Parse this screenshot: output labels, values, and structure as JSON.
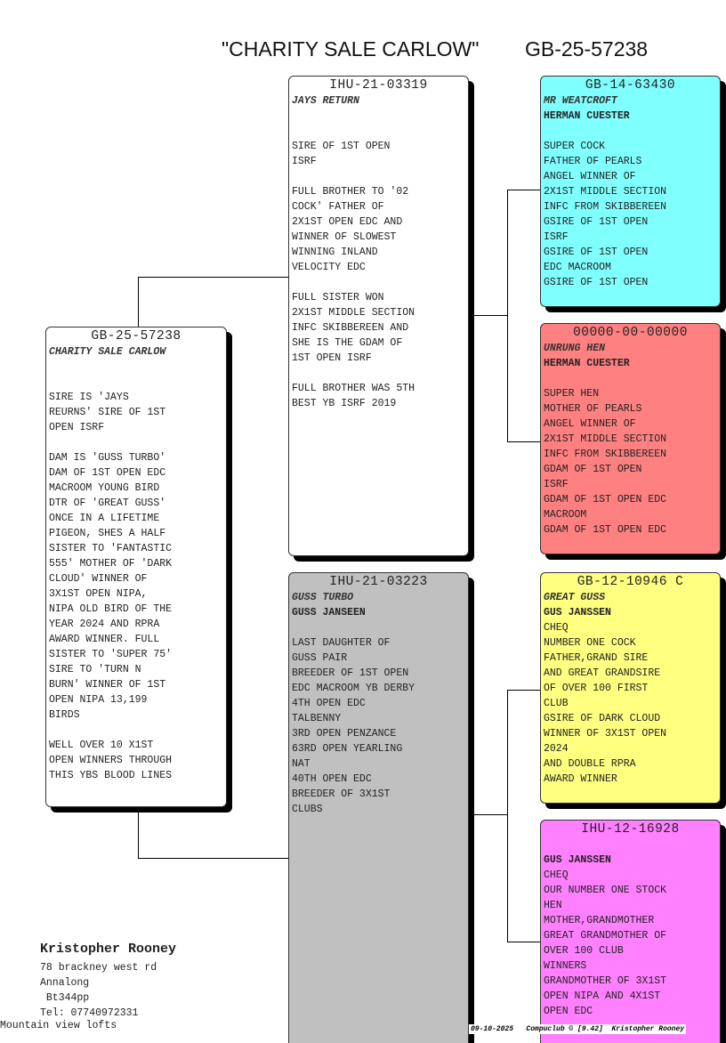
{
  "header": {
    "name": "\"CHARITY SALE CARLOW\"",
    "ring": "GB-25-57238"
  },
  "main": {
    "ring": "GB-25-57238",
    "name": "CHARITY SALE CARLOW",
    "owner": "",
    "lines": [
      "",
      "",
      "SIRE IS 'JAYS",
      "REURNS' SIRE OF 1ST",
      "OPEN ISRF",
      "",
      "DAM IS 'GUSS TURBO'",
      "DAM OF 1ST OPEN EDC",
      "MACROOM YOUNG BIRD",
      "DTR OF 'GREAT GUSS'",
      "ONCE IN A LIFETIME",
      "PIGEON, SHES A HALF",
      "SISTER TO 'FANTASTIC",
      "555' MOTHER OF 'DARK",
      "CLOUD' WINNER OF",
      "3X1ST OPEN NIPA,",
      "NIPA OLD BIRD OF THE",
      "YEAR 2024 AND RPRA",
      "AWARD WINNER. FULL",
      "SISTER TO 'SUPER 75'",
      "SIRE TO 'TURN N",
      "BURN' WINNER OF 1ST",
      "OPEN NIPA 13,199",
      "BIRDS",
      "",
      "WELL OVER 10 X1ST",
      "OPEN WINNERS THROUGH",
      "THIS YBS BLOOD LINES"
    ]
  },
  "sire": {
    "ring": "IHU-21-03319",
    "name": "JAYS RETURN",
    "owner": "",
    "lines": [
      "",
      "",
      "SIRE OF 1ST OPEN",
      "ISRF",
      "",
      "FULL BROTHER TO '02",
      "COCK' FATHER OF",
      "2X1ST OPEN EDC AND",
      "WINNER OF SLOWEST",
      "WINNING INLAND",
      "VELOCITY EDC",
      "",
      "FULL SISTER WON",
      "2X1ST MIDDLE SECTION",
      "INFC SKIBBEREEN AND",
      "SHE IS THE GDAM OF",
      "1ST OPEN ISRF",
      "",
      "FULL BROTHER WAS 5TH",
      "BEST YB ISRF 2019"
    ]
  },
  "dam": {
    "ring": "IHU-21-03223",
    "name": "GUSS TURBO",
    "owner": "GUSS JANSEEN",
    "lines": [
      "",
      "LAST DAUGHTER OF",
      "GUSS PAIR",
      "BREEDER OF 1ST OPEN",
      "EDC MACROOM YB DERBY",
      "4TH OPEN EDC",
      "TALBENNY",
      "3RD OPEN PENZANCE",
      "63RD OPEN YEARLING",
      "NAT",
      "40TH OPEN EDC",
      "BREEDER OF 3X1ST",
      "CLUBS"
    ]
  },
  "sire_sire": {
    "ring": "GB-14-63430",
    "name": "MR WEATCROFT",
    "owner": "HERMAN CUESTER",
    "lines": [
      "",
      "SUPER COCK",
      "FATHER OF PEARLS",
      "ANGEL WINNER OF",
      "2X1ST MIDDLE SECTION",
      "INFC FROM SKIBBEREEN",
      "GSIRE OF 1ST OPEN",
      "ISRF",
      "GSIRE OF 1ST OPEN",
      "EDC MACROOM",
      "GSIRE OF 1ST OPEN"
    ]
  },
  "sire_dam": {
    "ring": "00000-00-00000",
    "name": "UNRUNG HEN",
    "owner": "HERMAN CUESTER",
    "lines": [
      "",
      "SUPER HEN",
      "MOTHER OF PEARLS",
      "ANGEL WINNER OF",
      "2X1ST MIDDLE SECTION",
      "INFC FROM SKIBBEREEN",
      "GDAM OF 1ST OPEN",
      "ISRF",
      "GDAM OF 1ST OPEN EDC",
      "MACROOM",
      "GDAM OF 1ST OPEN EDC"
    ]
  },
  "dam_sire": {
    "ring": "GB-12-10946 C",
    "name": "GREAT GUSS",
    "owner": "GUS JANSSEN",
    "lines": [
      "CHEQ",
      "NUMBER ONE COCK",
      "FATHER,GRAND SIRE",
      "AND GREAT GRANDSIRE",
      "OF OVER 100 FIRST",
      "CLUB",
      "GSIRE OF DARK CLOUD",
      "WINNER OF 3X1ST OPEN",
      "2024",
      "AND DOUBLE RPRA",
      "AWARD WINNER"
    ]
  },
  "dam_dam": {
    "ring": "IHU-12-16928",
    "name": "",
    "owner": "GUS JANSSEN",
    "lines": [
      "CHEQ",
      "OUR NUMBER ONE STOCK",
      "HEN",
      "MOTHER,GRANDMOTHER",
      "GREAT GRANDMOTHER OF",
      "OVER 100 CLUB",
      "WINNERS",
      "GRANDMOTHER OF 3X1ST",
      "OPEN NIPA AND 4X1ST",
      "OPEN EDC"
    ]
  },
  "breeder": {
    "name": "Kristopher Rooney",
    "address": [
      "78 brackney west rd",
      "Annalong",
      " Bt344pp",
      "Tel: 07740972331"
    ],
    "loft": "Mountain view lofts"
  },
  "footer": {
    "date": "09-10-2025",
    "software": "Compuclub © [9.42]",
    "user": "Kristopher Rooney"
  },
  "colors": {
    "main": "#ffffff",
    "sire": "#ffffff",
    "dam": "#c0c0c0",
    "sire_sire": "#80ffff",
    "sire_dam": "#ff8080",
    "dam_sire": "#ffff80",
    "dam_dam": "#ff80ff"
  }
}
